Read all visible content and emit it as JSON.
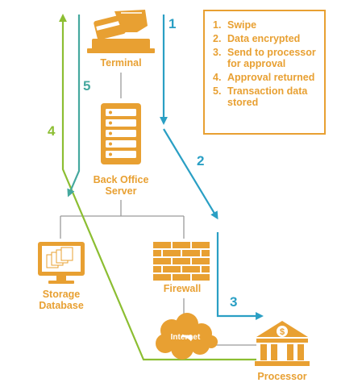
{
  "legend": {
    "items": [
      {
        "number": "1.",
        "text": "Swipe"
      },
      {
        "number": "2.",
        "text": "Data encrypted"
      },
      {
        "number": "3.",
        "text": "Send to processor for approval"
      },
      {
        "number": "4.",
        "text": "Approval returned"
      },
      {
        "number": "5.",
        "text": "Transaction data stored"
      }
    ]
  },
  "nodes": {
    "terminal": "Terminal",
    "back_office_line1": "Back Office",
    "back_office_line2": "Server",
    "storage_line1": "Storage",
    "storage_line2": "Database",
    "firewall": "Firewall",
    "internet": "Internet",
    "processor": "Processor"
  },
  "steps": {
    "s1": "1",
    "s2": "2",
    "s3": "3",
    "s4": "4",
    "s5": "5"
  },
  "colors": {
    "orange": "#e8a032",
    "blue": "#2a9fc4",
    "green": "#8cbe32",
    "teal": "#45a89e",
    "gray": "#9a9a9a"
  }
}
